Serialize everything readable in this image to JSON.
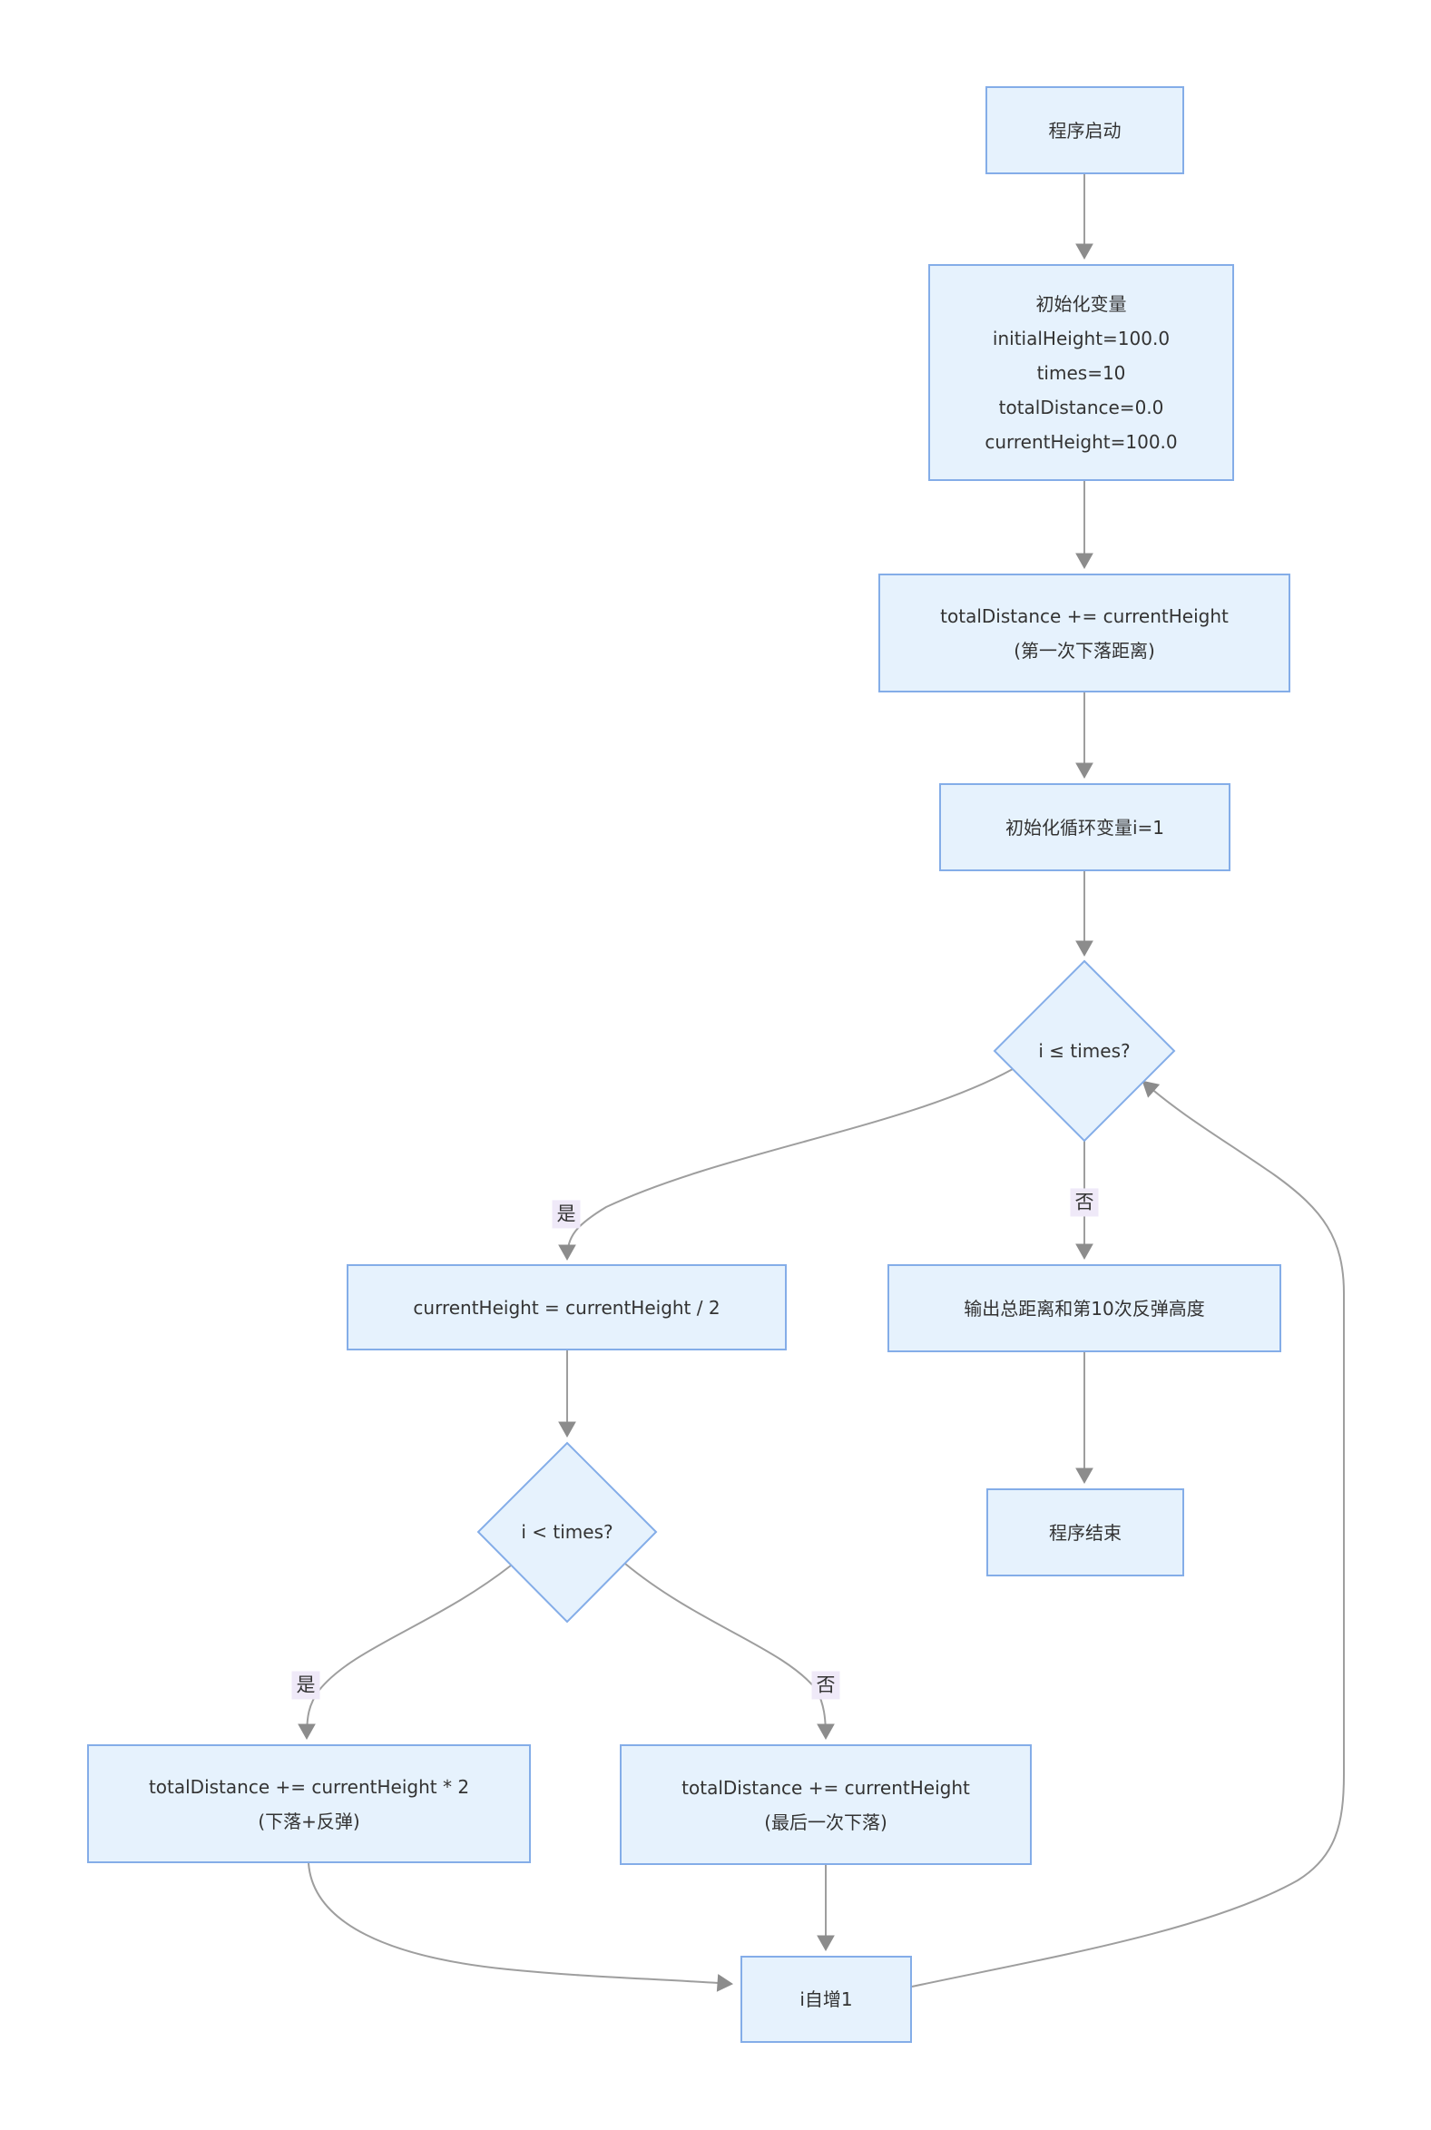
{
  "diagram": {
    "background_color": "#ffffff",
    "node_fill_color": "#e6f2fd",
    "node_border_color": "#84ade8",
    "edge_color": "#9e9e9e",
    "arrowhead_color": "#8c8c8c",
    "edge_label_background": "#efe9f8",
    "text_color": "#333333"
  },
  "nodes": {
    "start": {
      "lines": [
        "程序启动"
      ]
    },
    "init_vars": {
      "lines": [
        "初始化变量",
        "initialHeight=100.0",
        "times=10",
        "totalDistance=0.0",
        "currentHeight=100.0"
      ]
    },
    "first_drop": {
      "lines": [
        "totalDistance += currentHeight",
        "(第一次下落距离)"
      ]
    },
    "init_loop": {
      "lines": [
        "初始化循环变量i=1"
      ]
    },
    "cond_outer": {
      "lines": [
        "i ≤ times?"
      ]
    },
    "halve": {
      "lines": [
        "currentHeight = currentHeight / 2"
      ]
    },
    "output": {
      "lines": [
        "输出总距离和第10次反弹高度"
      ]
    },
    "end": {
      "lines": [
        "程序结束"
      ]
    },
    "cond_inner": {
      "lines": [
        "i < times?"
      ]
    },
    "add_double": {
      "lines": [
        "totalDistance += currentHeight * 2",
        "(下落+反弹)"
      ]
    },
    "add_last": {
      "lines": [
        "totalDistance += currentHeight",
        "(最后一次下落)"
      ]
    },
    "increment": {
      "lines": [
        "i自增1"
      ]
    }
  },
  "edge_labels": {
    "outer_yes": "是",
    "outer_no": "否",
    "inner_yes": "是",
    "inner_no": "否"
  }
}
